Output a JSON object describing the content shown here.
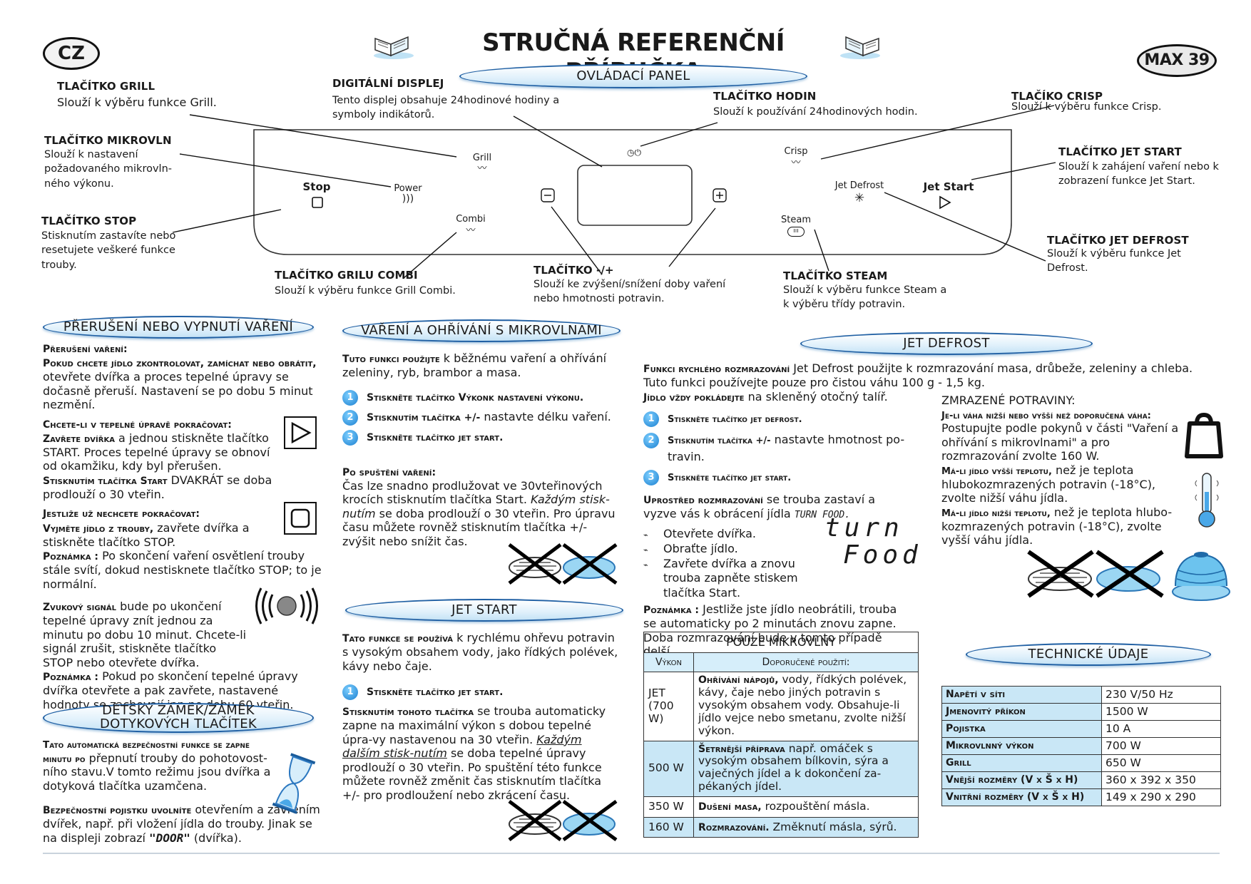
{
  "header": {
    "lang": "CZ",
    "title": "STRUČNÁ REFERENČNÍ PŘÍRUČKA",
    "model": "MAX 39"
  },
  "panel": {
    "title": "OVLÁDACÍ PANEL",
    "labels": {
      "grill": "Grill",
      "power": "Power",
      "combi": "Combi",
      "stop": "Stop",
      "clock": "◷⏻",
      "crisp": "Crisp",
      "jetdefrost": "Jet Defrost",
      "jetstart": "Jet Start",
      "steam": "Steam"
    },
    "callouts": {
      "grill_t": "TLAČÍTKO GRILL",
      "grill_d": "Slouží k výběru funkce Grill.",
      "display_t": "DIGITÁLNÍ DISPLEJ",
      "display_d": "Tento displej obsahuje 24hodinové hodiny a symboly indikátorů.",
      "clock_t": "TLAČÍTKO HODIN",
      "clock_d": "Slouží k používání 24hodinových hodin.",
      "crisp_t": "TLAČÍKO CRISP",
      "crisp_d": "Slouží k výběru funkce Crisp.",
      "micro_t": "TLAČÍTKO MIKROVLN",
      "micro_d": "Slouží k nastavení požadovaného mikrovln-ného výkonu.",
      "jetstart_t": "TLAČÍTKO JET START",
      "jetstart_d": "Slouží k zahájení vaření nebo k zobrazení funkce Jet Start.",
      "stop_t": "TLAČÍTKO STOP",
      "stop_d": "Stisknutím zastavíte nebo resetujete veškeré funkce trouby.",
      "jetdefrost_t": "TLAČÍTKO JET DEFROST",
      "jetdefrost_d": "Slouží k výběru funkce Jet Defrost.",
      "combi_t": "TLAČÍTKO GRILU COMBI",
      "combi_d": "Slouží k výběru funkce Grill Combi.",
      "plusminus_t": "TLAČÍTKO -/+",
      "plusminus_d": "Slouží ke zvýšení/snížení doby vaření nebo hmotnosti potravin.",
      "steam_t": "TLAČÍTKO STEAM",
      "steam_d": "Slouží k výběru funkce Steam a k výběru třídy potravin."
    }
  },
  "interrupt": {
    "title": "PŘERUŠENÍ NEBO VYPNUTÍ VAŘENÍ",
    "h1": "Přerušení vaření:",
    "p1a": "Pokud chcete jídlo zkontrolovat, zamíchat nebo obrátit,",
    "p1b": " otevřete dvířka a proces tepelné úpravy se dočasně přeruší. Nastavení se po dobu 5 minut nezmění.",
    "h2": "Chcete-li v tepelné úpravě pokračovat:",
    "p2a": "Zavřete dvířka",
    "p2b": " a jednou stiskněte tlačítko START. Proces tepelné úpravy se obnoví od okamžiku, kdy byl přerušen.",
    "p2c": "Stisknutím tlačítka Start",
    "p2d": " DVAKRÁT se doba prodlouží o 30 vteřin.",
    "h3": "Jestliže už nechcete pokračovat:",
    "p3a": "Vyjměte jídlo z trouby,",
    "p3b": " zavřete dvířka a stiskněte tlačítko STOP.",
    "p3c": "Poznámka :",
    "p3d": " Po skončení vaření osvětlení trouby stále svítí, dokud nestisknete tlačítko STOP; to je normální.",
    "p4a": "Zvukový signál",
    "p4b": " bude po ukončení tepelné úpravy znít jednou za minutu po dobu 10 minut. Chcete-li signál zrušit, stiskněte tlačítko STOP nebo otevřete dvířka.",
    "p4c": "Poznámka :",
    "p4d": " Pokud po skončení tepelné úpravy dvířka otevřete a pak zavřete, nastavené hodnoty se zachovají jen po dobu 60 vteřin."
  },
  "lock": {
    "title1": "DĚTSKÝ ZÁMEK/ZÁMEK",
    "title2": "DOTYKOVÝCH TLAČÍTEK",
    "p1a": "Tato automatická bezpečnostní funkce se zapne minutu po",
    "p1b": " přepnutí trouby do pohotovost-ního stavu.V tomto režimu jsou dvířka a dotyková tlačítka uzamčena.",
    "p2a": "Bezpečnostní pojistku uvolníte",
    "p2b": " otevřením a zavřením dvířek, např. při vložení jídla do trouby. Jinak se na displeji zobrazí ",
    "door": "\"DOOR\"",
    "p2c": " (dvířka)."
  },
  "micro": {
    "title": "VAŘENÍ A OHŘÍVÁNÍ S MIKROVLNAMI",
    "p1a": "Tuto funkci použijte",
    "p1b": " k běžnému vaření a ohřívání zeleniny, ryb, brambor a masa.",
    "s1": "Stiskněte tlačítko Výkonk nastavení výkonu.",
    "s2a": "Stisknutím tlačítka +/-",
    "s2b": " nastavte délku vaření.",
    "s3": "Stiskněte tlačítko jet start.",
    "h2": "Po spuštění vaření:",
    "p2a": "Čas lze snadno prodlužovat ve 30vteřinových krocích stisknutím tlačítka Start. ",
    "p2b": "Každým stisk-nutím",
    "p2c": " se doba prodlouží o 30 vteřin. Pro úpravu času můžete rovněž stisknutím tlačítka +/- zvýšit nebo snížit čas."
  },
  "jetstart": {
    "title": "JET START",
    "p1a": "Tato funkce se používá",
    "p1b": " k rychlému ohřevu potravin s vysokým obsahem vody, jako řídkých polévek, kávy nebo čaje.",
    "s1": "Stiskněte tlačítko jet start.",
    "p2a": "Stisknutím tohoto tlačítka",
    "p2b": " se trouba automaticky zapne na maximální výkon s dobou tepelné úpra-vy nastavenou na 30 vteřin. ",
    "p2c": "Každým dalším stisk-nutím",
    "p2d": " se doba tepelné úpravy prodlouží o 30 vteřin. Po spuštění této funkce můžete rovněž změnit čas stisknutím tlačítka +/- pro prodloužení nebo zkrácení času."
  },
  "defrost": {
    "title": "JET DEFROST",
    "p1a": "Funkci rychlého rozmrazování",
    "p1b": " Jet Defrost použijte k rozmrazování masa, drůbeže, zeleniny a chleba.",
    "p1c": "Tuto funkci používejte pouze pro čistou váhu 100 g - 1,5 kg.",
    "p1d": "Jídlo vždy pokládejte",
    "p1e": " na skleněný otočný talíř.",
    "s1": "Stiskněte tlačítko jet defrost.",
    "s2a": "Stisknutím tlačítka +/-",
    "s2b": " nastavte hmotnost po-travin.",
    "s3": "Stiskněte tlačítko jet start.",
    "p2a": "Uprostřed rozmrazování",
    "p2b": " se trouba zastaví a vyzve vás k obrácení jídla ",
    "turn": "TURN FOOD.",
    "l1": "Otevřete dvířka.",
    "l2": "Obraťte jídlo.",
    "l3": "Zavřete dvířka a znovu trouba zapněte stiskem tlačítka Start.",
    "disp1": "turn",
    "disp2": "Food",
    "p3a": "Poznámka :",
    "p3b": " Jestliže jste jídlo neobrátili, trouba se automaticky po 2 minutách znovu zapne. Doba rozmrazování bude v tomto případě delší.",
    "frozen": {
      "h": "ZMRAZENÉ POTRAVINY:",
      "a1": "Je-li váha nižší nebo vyšší než doporučená váha:",
      "a2": " Postupujte podle pokynů v části \"Vaření a ohřívání s mikrovlnami\" a pro rozmrazování zvolte 160 W.",
      "b1": "Má-li jídlo vyšší teplotu,",
      "b2": " než je teplota hlubokozmrazených potravin (-18°C), zvolte nižší váhu jídla.",
      "c1": "Má-li jídlo nižší teplotu,",
      "c2": " než je teplota hlubo-kozmrazených potravin (-18°C), zvolte vyšší váhu jídla."
    }
  },
  "microtable": {
    "title": "POUZE MIKROVLNY",
    "h1": "Výkon",
    "h2": "Doporučené použití:",
    "rows": [
      {
        "p": "JET (700 W)",
        "a": "Ohřívání nápojů,",
        "b": " vody, řídkých polévek, kávy, čaje nebo jiných potravin s vysokým obsahem vody. Obsahuje-li jídlo vejce nebo smetanu, zvolte nižší výkon."
      },
      {
        "p": "500 W",
        "a": "Šetrnější příprava",
        "b": " např. omáček s vysokým obsahem bílkovin, sýra a vaječných jídel a k dokončení za-pékaných jídel."
      },
      {
        "p": "350 W",
        "a": "Dušení masa,",
        "b": " rozpouštění másla."
      },
      {
        "p": "160 W",
        "a": "Rozmrazování.",
        "b": " Změknutí másla, sýrů."
      }
    ]
  },
  "tech": {
    "title": "TECHNICKÉ ÚDAJE",
    "rows": [
      {
        "k": "Napětí v síti",
        "v": "230 V/50 Hz"
      },
      {
        "k": "Jmenovitý příkon",
        "v": "1500 W"
      },
      {
        "k": "Pojistka",
        "v": "10 A"
      },
      {
        "k": "Mikrovlnný výkon",
        "v": "700 W"
      },
      {
        "k": "Grill",
        "v": "650 W"
      },
      {
        "k": "Vnější rozměry (V x Š x H)",
        "v": "360 x 392 x 350"
      },
      {
        "k": "Vnitřní rozměry (V x Š x H)",
        "v": "149 x 290 x 290"
      }
    ]
  }
}
